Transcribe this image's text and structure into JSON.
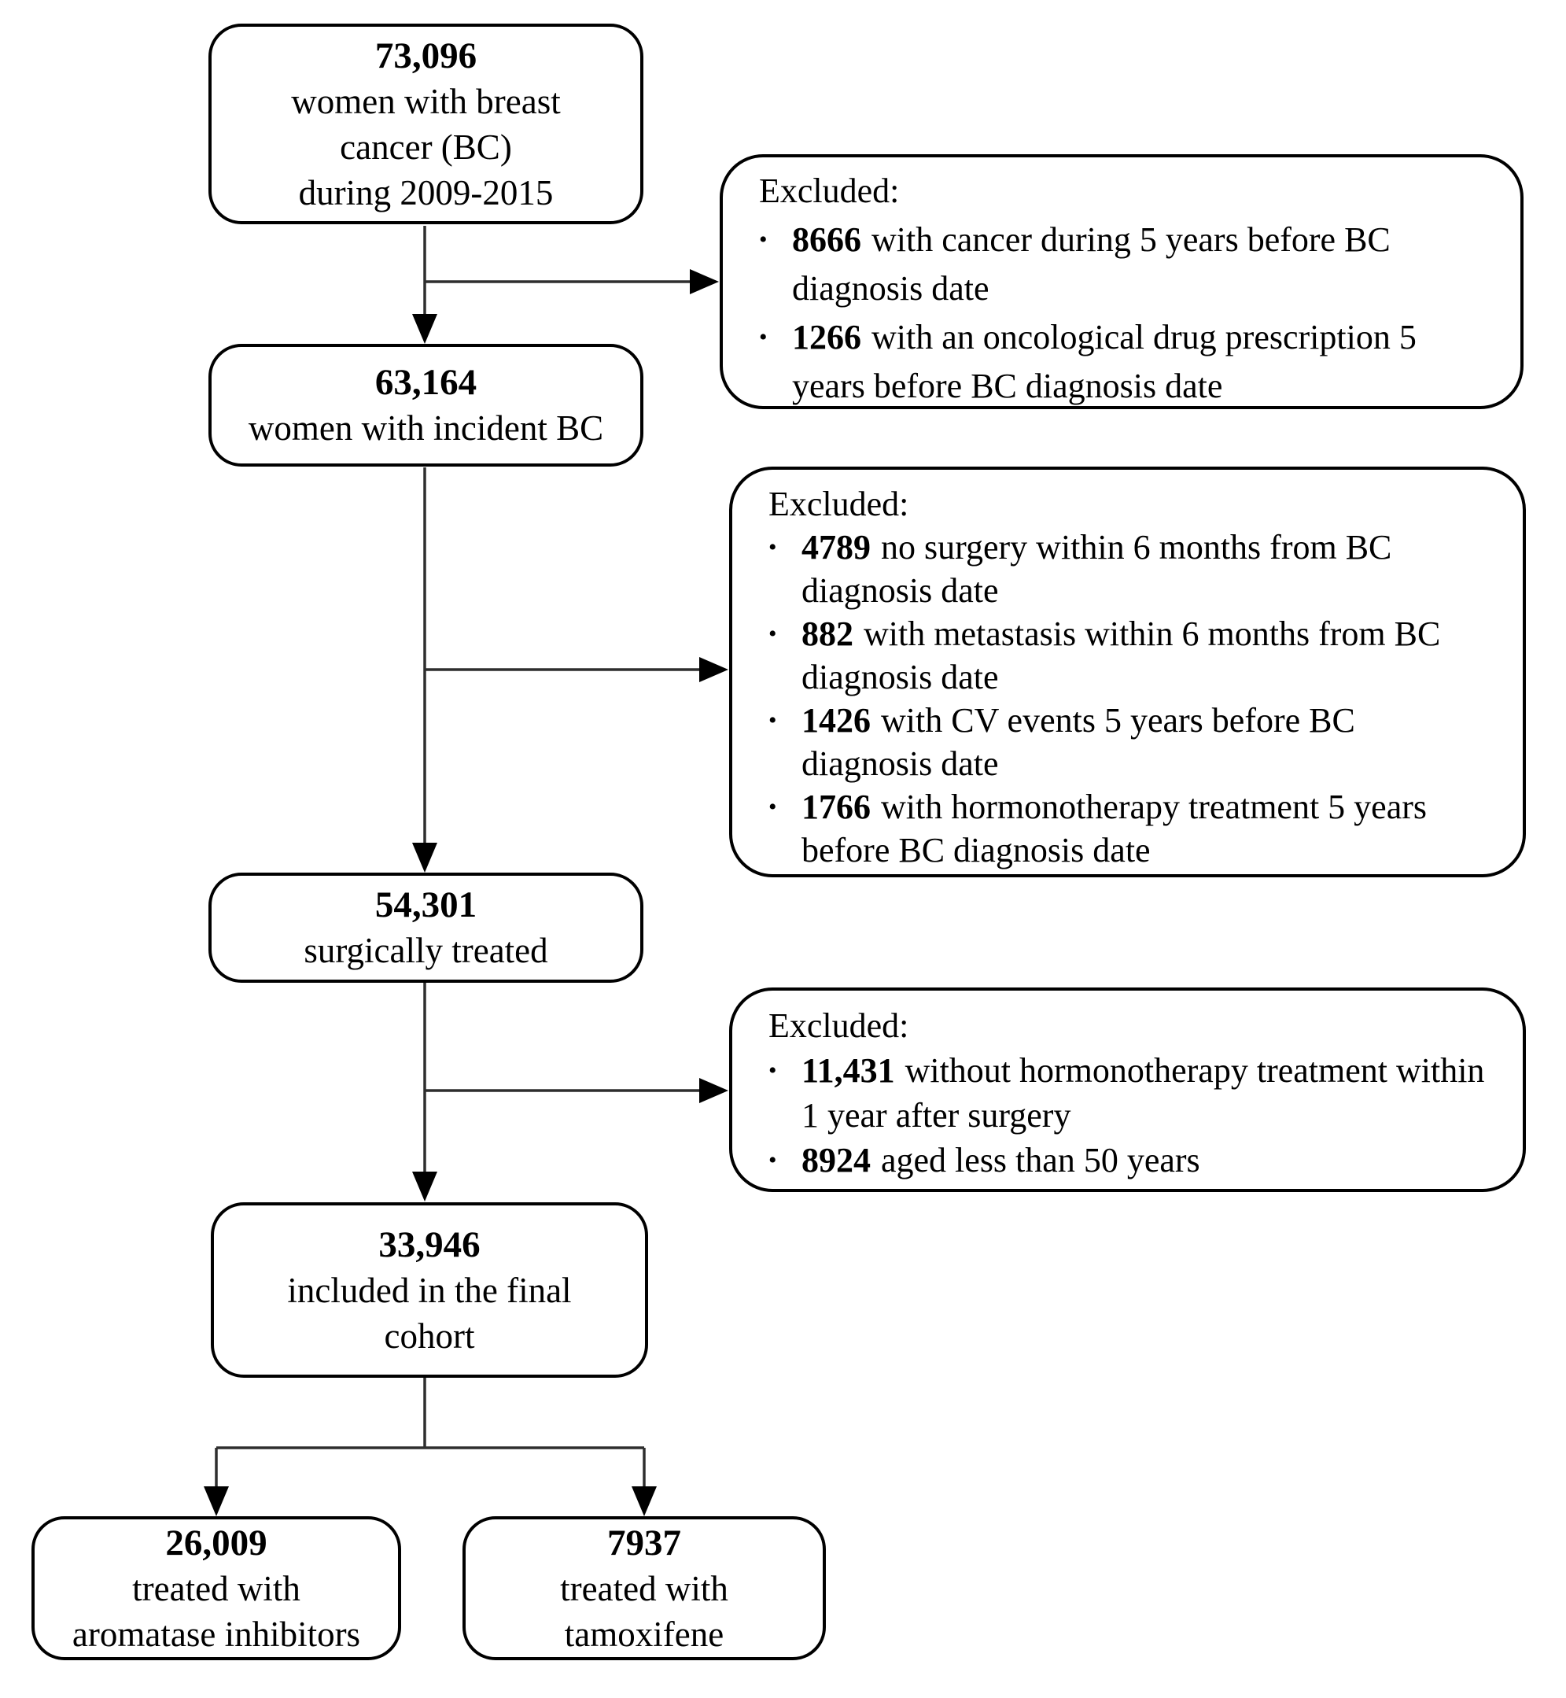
{
  "diagram": {
    "title": "Breast cancer study cohort selection flowchart",
    "colors": {
      "background": "#ffffff",
      "box_border": "#000000",
      "text": "#000000",
      "connector_line": "#2e2e2e",
      "arrowhead": "#000000"
    },
    "flow_boxes": [
      {
        "count": "73,096",
        "label": "women with breast\ncancer (BC)\nduring 2009-2015"
      },
      {
        "count": "63,164",
        "label": "women with incident BC"
      },
      {
        "count": "54,301",
        "label": "surgically treated"
      },
      {
        "count": "33,946",
        "label": "included in the final\ncohort"
      },
      {
        "count": "26,009",
        "label": "treated with\naromatase inhibitors"
      },
      {
        "count": "7937",
        "label": "treated with\ntamoxifene"
      }
    ],
    "exclusion_boxes": [
      {
        "title": "Excluded:",
        "items": [
          {
            "count": "8666",
            "text": "with cancer during 5 years before BC\ndiagnosis date"
          },
          {
            "count": "1266",
            "text": "with an oncological drug prescription 5\nyears before BC diagnosis date"
          }
        ]
      },
      {
        "title": "Excluded:",
        "items": [
          {
            "count": "4789",
            "text": "no surgery within 6 months from BC\ndiagnosis date"
          },
          {
            "count": "882",
            "text": "with metastasis within 6 months from BC\ndiagnosis date"
          },
          {
            "count": "1426",
            "text": "with CV events 5 years before BC\ndiagnosis date"
          },
          {
            "count": "1766",
            "text": "with hormonotherapy treatment 5 years\nbefore BC diagnosis date"
          }
        ]
      },
      {
        "title": "Excluded:",
        "items": [
          {
            "count": "11,431",
            "text": "without hormonotherapy treatment within\n1 year after surgery"
          },
          {
            "count": "8924",
            "text": "aged less than 50 years"
          }
        ]
      }
    ],
    "bullet_glyph": "•"
  }
}
